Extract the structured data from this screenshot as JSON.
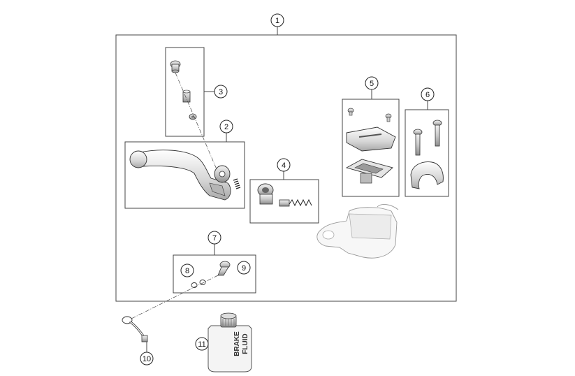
{
  "callouts": {
    "c1": "1",
    "c2": "2",
    "c3": "3",
    "c4": "4",
    "c5": "5",
    "c6": "6",
    "c7": "7",
    "c8": "8",
    "c9": "9",
    "c10": "10",
    "c11": "11"
  },
  "bottle_label": {
    "line1": "BRAKE",
    "line2": "FLUID"
  }
}
